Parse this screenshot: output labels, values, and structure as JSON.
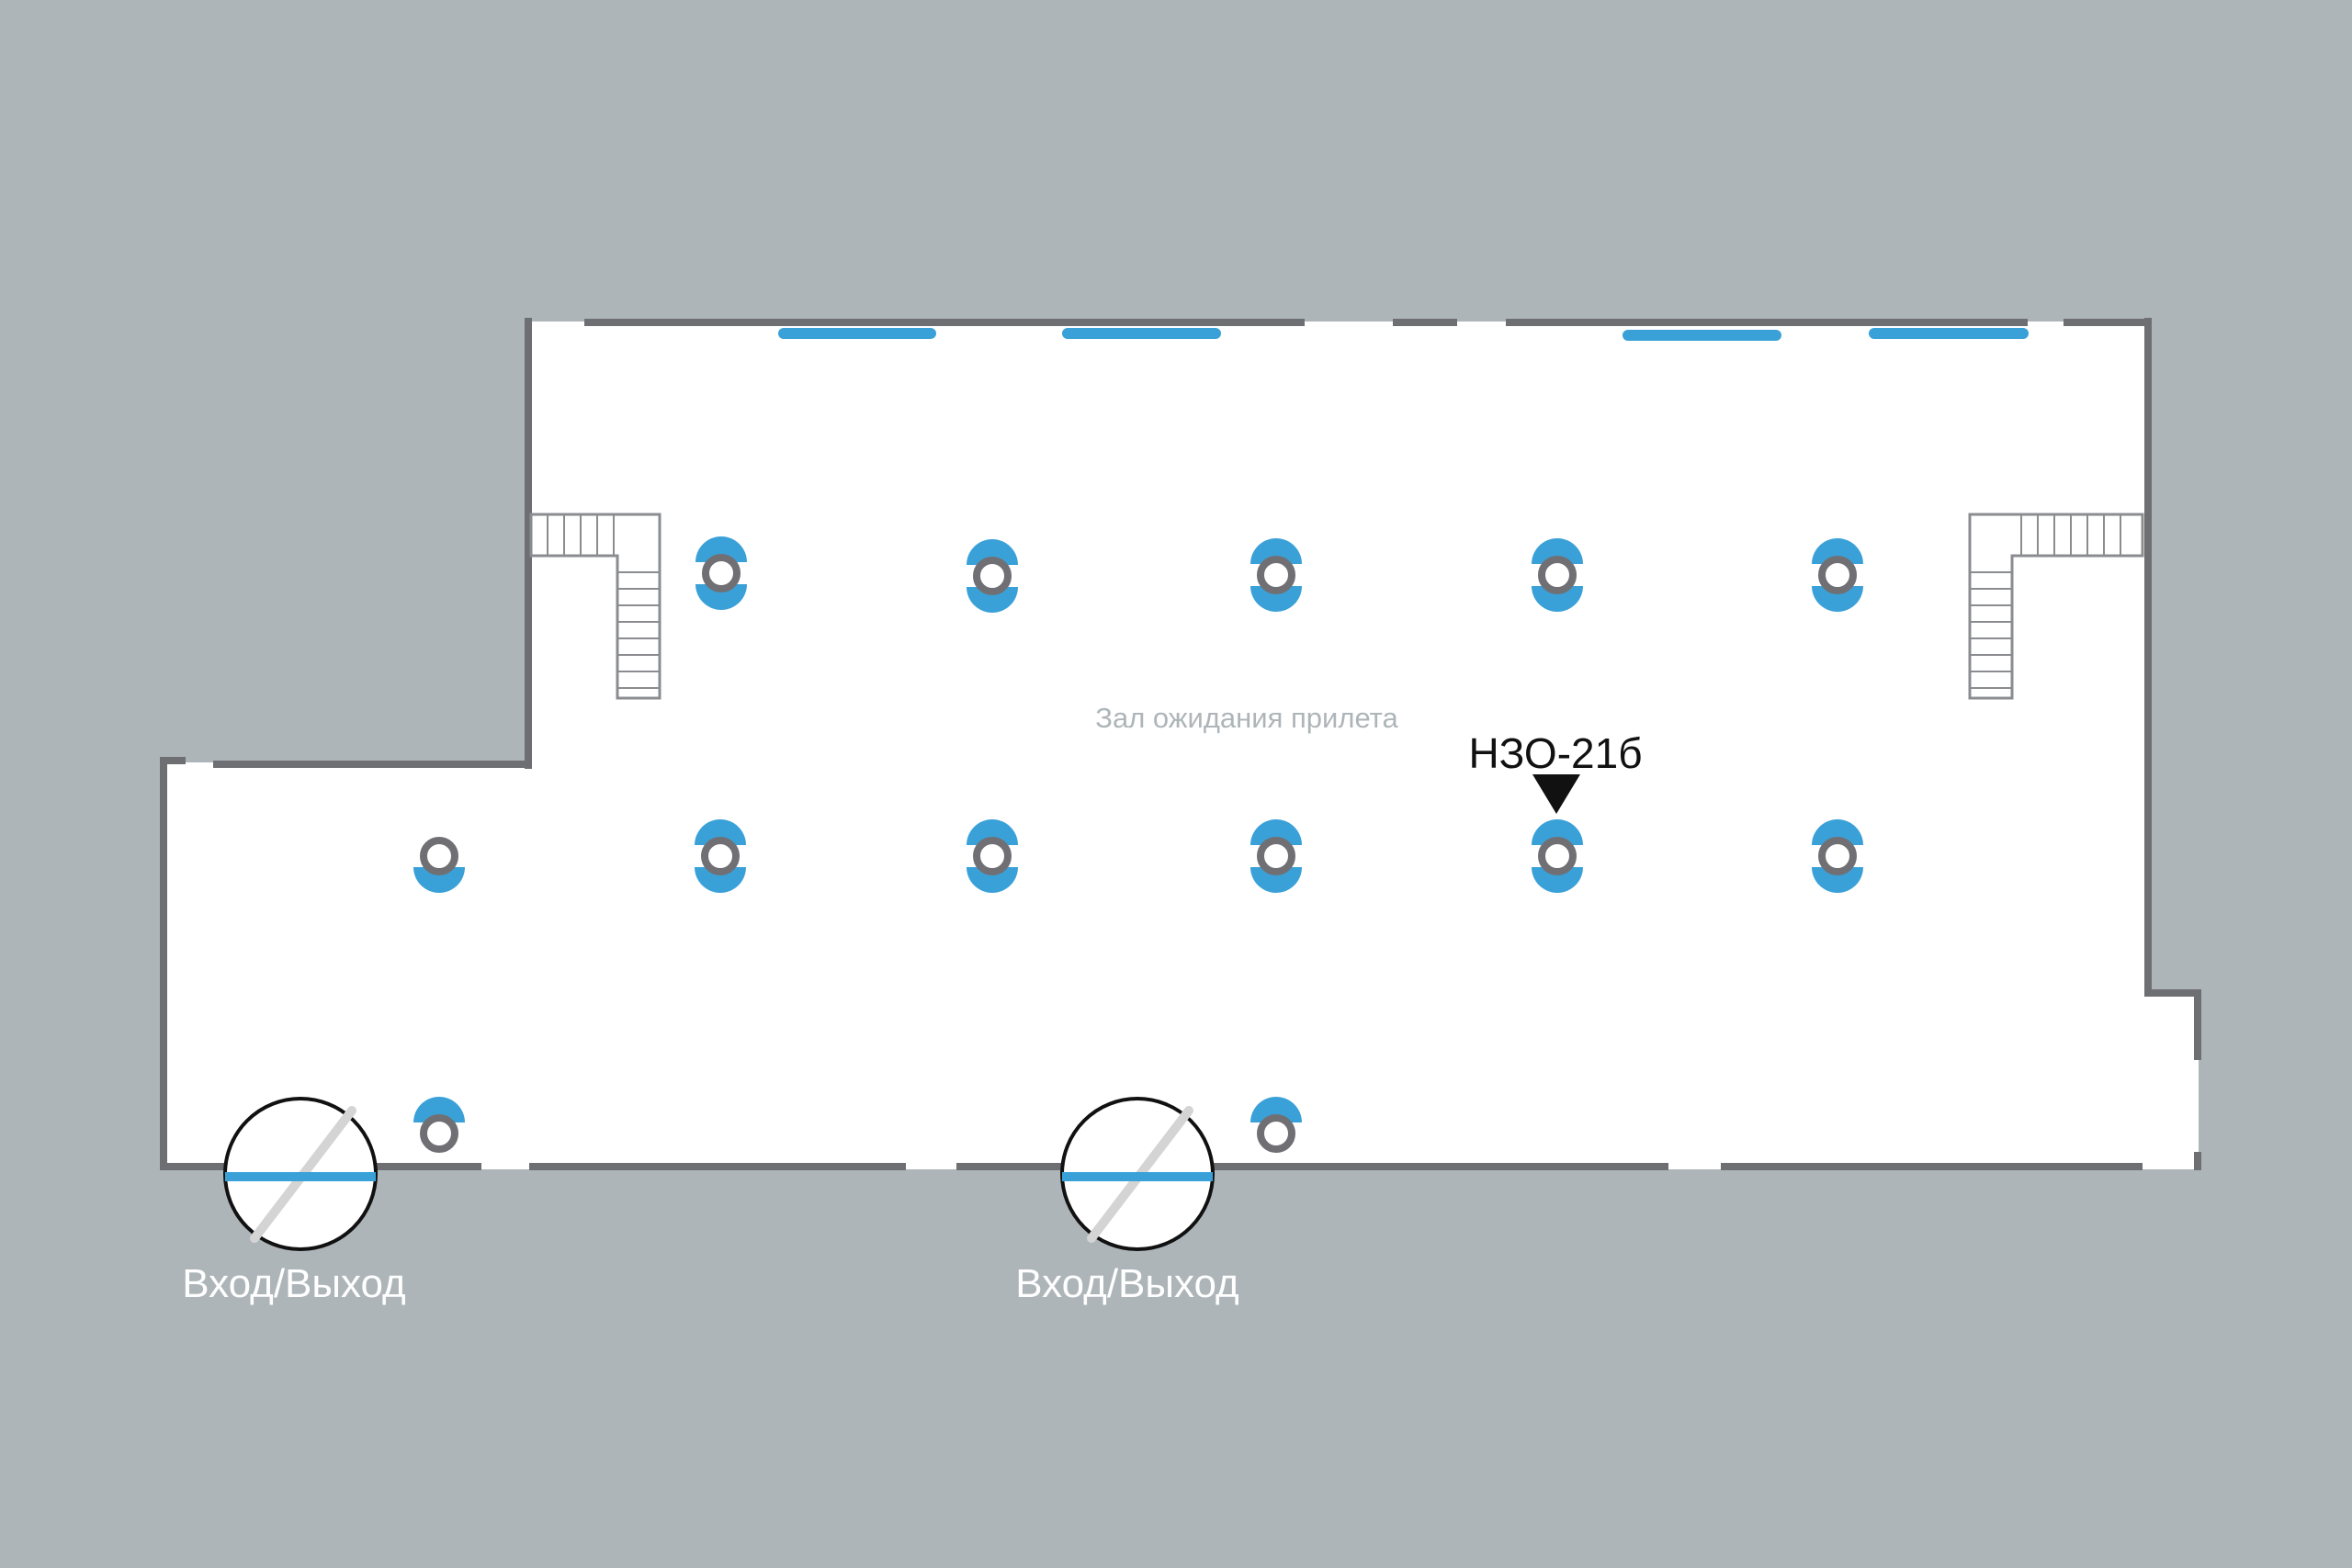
{
  "colors": {
    "background": "#aeb5b9",
    "floor": "#ffffff",
    "wall": "#6e6f73",
    "window": "#3aa1d8",
    "column": "#707074",
    "hall_label": "#aeb5b9",
    "exit_label": "#ffffff",
    "marker": "#111111"
  },
  "hall": {
    "name": "Зал ожидания прилета"
  },
  "marker": {
    "label": "НЗО-21б",
    "icon": "triangle-down-pointer"
  },
  "exits": [
    {
      "label": "Вход/Выход",
      "icon": "revolving-door"
    },
    {
      "label": "Вход/Выход",
      "icon": "revolving-door"
    }
  ],
  "stairs": [
    {
      "icon": "staircase-left"
    },
    {
      "icon": "staircase-right"
    }
  ],
  "columns": {
    "icon": "column-with-camera"
  }
}
